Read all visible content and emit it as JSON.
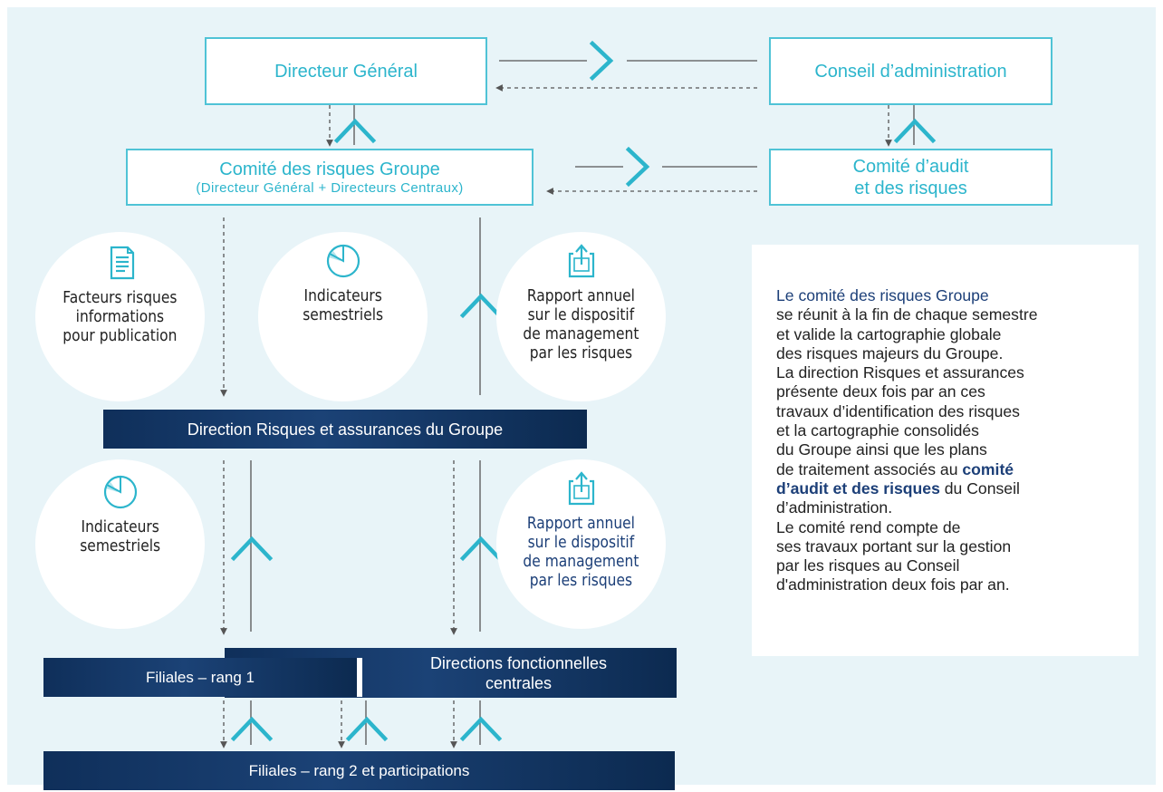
{
  "colors": {
    "panel": "#e8f4f8",
    "accent_cyan": "#2cb5cc",
    "navy": "#0f2f5a",
    "text": "#222222"
  },
  "nodes": {
    "directeur_general": "Directeur Général",
    "conseil_administration": "Conseil d’administration",
    "comite_risques": {
      "line1": "Comité des risques Groupe",
      "line2": "(Directeur Général + Directeurs Centraux)"
    },
    "comite_audit": {
      "line1": "Comité d’audit",
      "line2": "et des risques"
    },
    "direction_risques": "Direction Risques et assurances du Groupe",
    "filiales_rang1": "Filiales – rang 1",
    "directions_fonctionnelles": {
      "line1": "Directions fonctionnelles",
      "line2": "centrales"
    },
    "filiales_rang2": "Filiales – rang 2 et participations"
  },
  "circles": {
    "facteurs": {
      "label": "Facteurs risques\ninformations\npour publication",
      "icon": "document-icon"
    },
    "indicateurs_top": {
      "label": "Indicateurs\nsemestriels",
      "icon": "pie-chart-icon"
    },
    "rapport_top": {
      "label": "Rapport annuel\nsur le dispositif\nde management\npar les risques",
      "icon": "export-icon"
    },
    "indicateurs_bottom": {
      "label": "Indicateurs\nsemestriels",
      "icon": "pie-chart-icon"
    },
    "rapport_bottom": {
      "label": "Rapport annuel\nsur le dispositif\nde management\npar les risques",
      "icon": "export-icon"
    }
  },
  "textbox": {
    "title": "Le comité des risques Groupe",
    "l1": "se réunit à la fin de chaque semestre",
    "l2": "et valide la cartographie globale",
    "l3": "des risques majeurs du Groupe.",
    "l4": "La direction Risques et assurances",
    "l5": "présente deux fois par an ces",
    "l6": "travaux d’identification des risques",
    "l7": "et la cartographie consolidés",
    "l8": "du Groupe ainsi que les plans",
    "l9_pre": "de traitement associés au ",
    "l9_bold": "comité",
    "l10_bold": "d’audit et des risques",
    "l10_post": " du Conseil",
    "l11": "d’administration.",
    "l12": "Le comité rend compte de",
    "l13": "ses travaux portant sur la gestion",
    "l14": "par les risques au Conseil",
    "l15": "d'administration deux fois par an."
  }
}
